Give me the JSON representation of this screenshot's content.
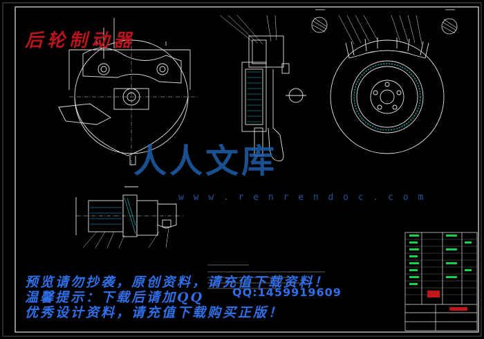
{
  "drawing": {
    "background": "#000000",
    "line_color": "#e8e8e8",
    "accent_color": "#00d0d0",
    "title_label": "后轮制动器"
  },
  "watermark": {
    "brand": "人人文库",
    "url": "w w w . r e n r e n d o c . c o m"
  },
  "notice": {
    "line1": "预览请勿抄袭，原创资料，请充值下载资料！",
    "line2": "温馨提示：下载后请加QQ",
    "line3": "优秀设计资料，请充值下载购买正版！",
    "qq": "QQ:1459919609"
  },
  "colors": {
    "title_red": "#b8141c",
    "notice_blue": "#2f6fe8",
    "watermark_blue": "#1f5fa8",
    "table_green": "#19d14a"
  }
}
